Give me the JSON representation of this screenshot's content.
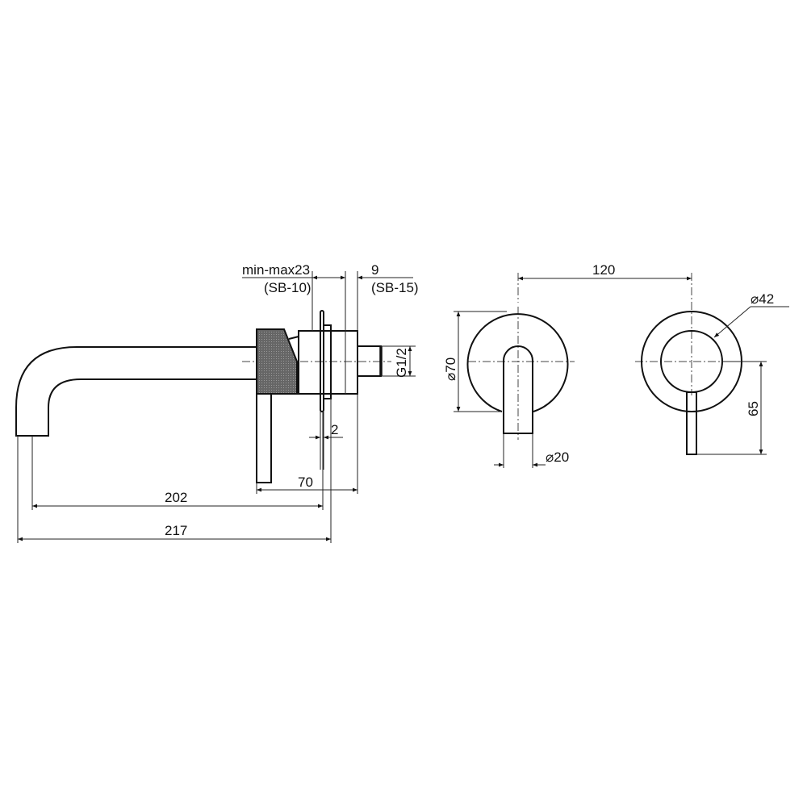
{
  "drawing": {
    "side_view": {
      "dim_min_max": "min-max23",
      "dim_min_max_sub": "(SB-10)",
      "dim_9": "9",
      "dim_9_sub": "(SB-15)",
      "dim_thread": "G1/2",
      "dim_2": "2",
      "dim_70": "70",
      "dim_202": "202",
      "dim_217": "217"
    },
    "front_view_spout": {
      "dim_diameter_70": "⌀70",
      "dim_diameter_20": "⌀20"
    },
    "front_view_mixer": {
      "dim_spacing_120": "120",
      "dim_diameter_42": "⌀42",
      "dim_65": "65"
    },
    "colors": {
      "line": "#111111",
      "knurl": "#555555"
    }
  }
}
